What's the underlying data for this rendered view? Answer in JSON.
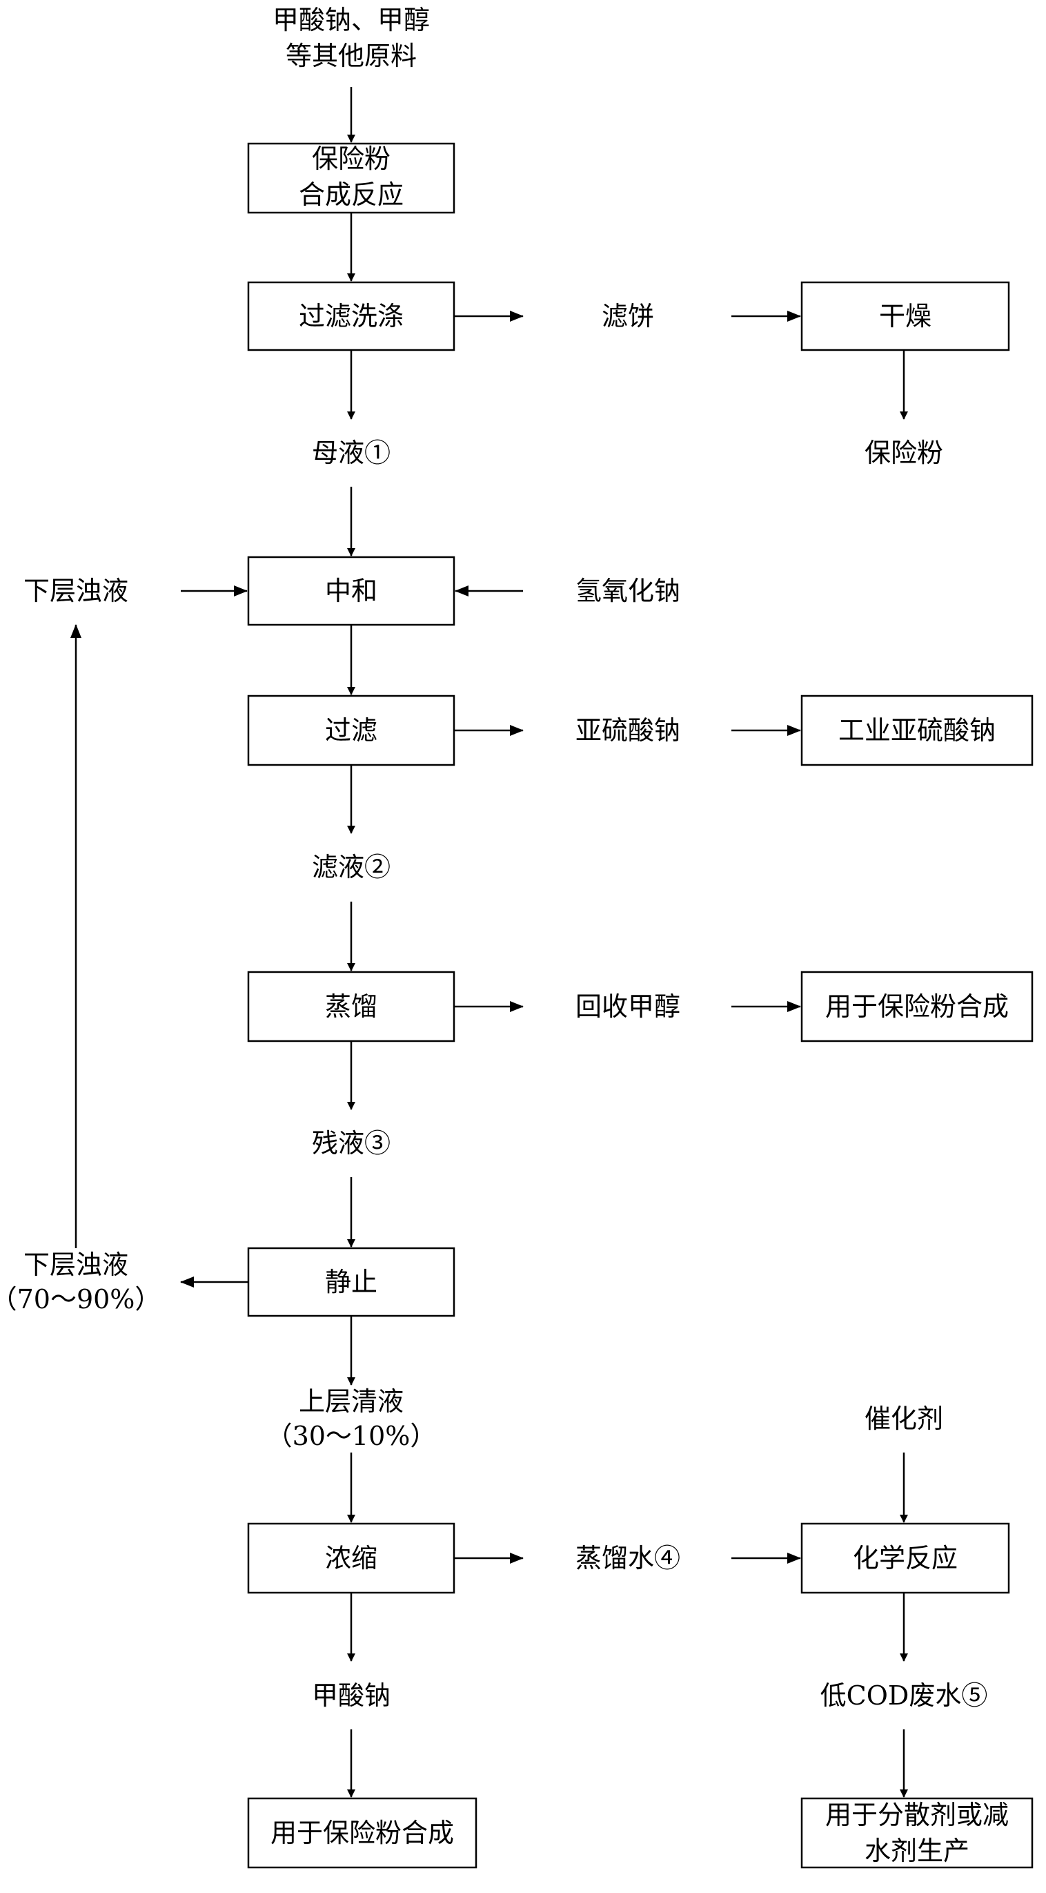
{
  "nodes": {
    "raw_materials": [
      "甲酸钠、甲醇",
      "等其他原料"
    ],
    "synthesis": [
      "保险粉",
      "合成反应"
    ],
    "filter_wash": "过滤洗涤",
    "filter_cake": "滤饼",
    "drying": "干燥",
    "product_powder": "保险粉",
    "mother_liquor": "母液①",
    "bottom_turbid_top": "下层浊液",
    "neutralize": "中和",
    "sodium_hydroxide": "氢氧化钠",
    "filtration": "过滤",
    "sodium_sulfite": "亚硫酸钠",
    "industrial_sulfite": "工业亚硫酸钠",
    "filtrate": "滤液②",
    "distillation": "蒸馏",
    "recovered_methanol": "回收甲醇",
    "for_synthesis_1": "用于保险粉合成",
    "residue": "残液③",
    "standing": "静止",
    "bottom_turbid_lower": [
      "下层浊液",
      "（70～90%）"
    ],
    "upper_clear": [
      "上层清液",
      "（30～10%）"
    ],
    "catalyst": "催化剂",
    "concentrate": "浓缩",
    "distilled_water": "蒸馏水④",
    "chemical_reaction": "化学反应",
    "sodium_formate": "甲酸钠",
    "low_cod_water": "低COD废水⑤",
    "for_synthesis_2": "用于保险粉合成",
    "dispersant_use": [
      "用于分散剂或减",
      "水剂生产"
    ]
  }
}
